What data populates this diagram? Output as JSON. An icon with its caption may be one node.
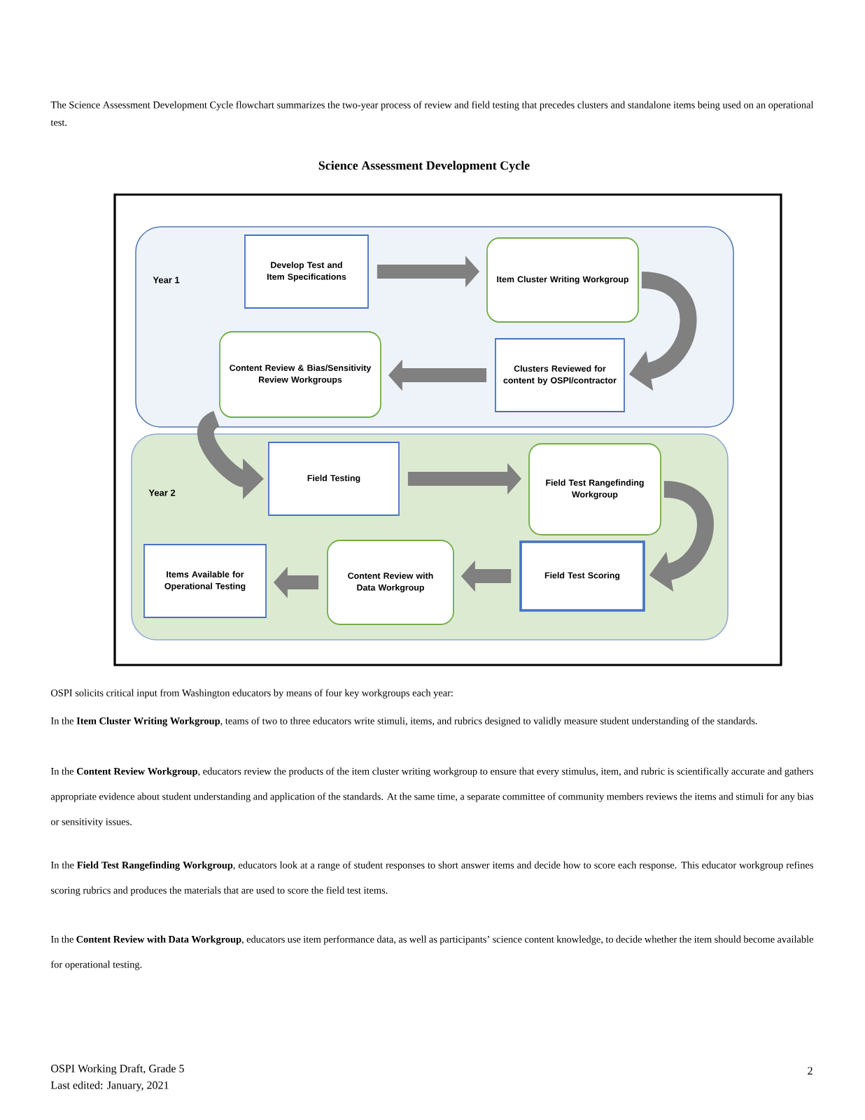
{
  "diagram": {
    "title": "Science Assessment Development Cycle",
    "nodes": [
      {
        "text": [
          "Year 1"
        ]
      },
      {
        "text": [
          "Develop Test and Item Specifications"
        ],
        "in": 0
      },
      {
        "text": [
          "Item Cluster Writing Workgroup"
        ],
        "in": 0
      },
      {
        "text": [
          "Clusters Reviewed for content by OSPI/contractor"
        ],
        "in": 0
      },
      {
        "text": [
          "Content Review & Bias/Sensitivity Review Workgroups"
        ],
        "in": 0
      },
      {
        "text": [
          "Year 2"
        ]
      },
      {
        "text": [
          "Field Testing"
        ],
        "in": 5
      },
      {
        "text": [
          "Field Test Rangefinding Workgroup"
        ],
        "in": 5
      },
      {
        "text": [
          "Field Test Scoring"
        ],
        "in": 5
      },
      {
        "text": [
          "Content Review with Data Workgroup"
        ],
        "in": 5
      },
      {
        "text": [
          "Items Available for Operational Testing"
        ],
        "in": 5
      }
    ],
    "edges": [
      {
        "from": 1,
        "to": 2,
        "arrow": "to"
      },
      {
        "from": 2,
        "to": 3,
        "arrow": "to"
      },
      {
        "from": 3,
        "to": 4,
        "arrow": "to"
      },
      {
        "from": 4,
        "to": 6,
        "arrow": "to"
      },
      {
        "from": 6,
        "to": 7,
        "arrow": "to"
      },
      {
        "from": 7,
        "to": 8,
        "arrow": "to"
      },
      {
        "from": 8,
        "to": 9,
        "arrow": "to"
      },
      {
        "from": 9,
        "to": 10,
        "arrow": "to"
      }
    ],
    "labels": [
      "The Science Assessment Development Cycle flowchart summarizes the two-year process of review and field testing that precedes clusters and standalone items being used on an operational test.",
      "OSPI solicits critical input from Washington educators by means of four key workgroups each year:",
      "In the **Item Cluster Writing Workgroup**, teams of two to three educators write stimuli, items, and rubrics designed to validly measure student understanding of the standards.",
      "In the **Content Review Workgroup**, educators review the products of the item cluster writing workgroup to ensure that every stimulus, item, and rubric is scientifically accurate and gathers appropriate evidence about student understanding and application of the standards. At the same time, a separate committee of community members reviews the items and stimuli for any bias or sensitivity issues.",
      "In the **Field Test Rangefinding Workgroup**, educators look at a range of student responses to short answer items and decide how to score each response. This educator workgroup refines scoring rubrics and produces the materials that are used to score the field test items.",
      "In the **Content Review with Data Workgroup**, educators use item performance data, as well as participants’ science content knowledge, to decide whether the item should become available for operational testing.",
      "OSPI Working Draft, Grade 5",
      "Last edited: January, 2021",
      "2"
    ]
  }
}
